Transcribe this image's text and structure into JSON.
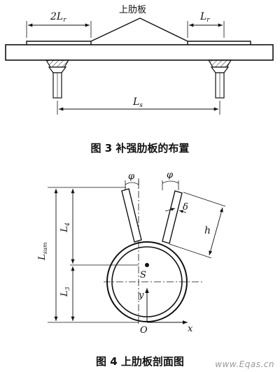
{
  "figure3": {
    "top_label": "上肋板",
    "dim_left": "2L",
    "dim_left_sub": "r",
    "dim_right": "L",
    "dim_right_sub": "r",
    "dim_span": "L",
    "dim_span_sub": "s",
    "caption": "图 3   补强肋板的布置"
  },
  "figure4": {
    "phi_left": "φ",
    "phi_right": "φ",
    "delta": "δ",
    "h": "h",
    "L_sum": "L",
    "L_sum_sub": "sum",
    "L4": "L",
    "L4_sub": "4",
    "L3": "L",
    "L3_sub": "3",
    "S": "S",
    "y": "y",
    "O": "O",
    "x": "x",
    "caption": "图 4   上肋板剖面图"
  },
  "watermark": "www.Eqas.cn"
}
